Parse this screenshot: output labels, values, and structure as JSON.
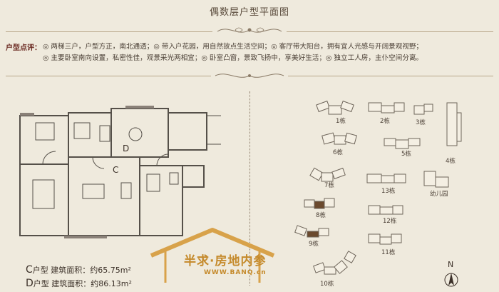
{
  "title": "偶数层户型平面图",
  "review": {
    "label": "户型点评：",
    "lines": [
      "◎ 两梯三户，户型方正，南北通透；◎ 带入户花园，用自然故点生活空间；◎ 客厅带大阳台，拥有宜人光感与开阔景观视野；",
      "◎ 主要卧室南向设置，私密性佳，观景采光两相宜；◎ 卧室凸窗，景致飞扬中，享美好生活；◎ 独立工人房，主仆空间分离。"
    ]
  },
  "plan": {
    "units": [
      "D",
      "C"
    ]
  },
  "areas": [
    {
      "code": "C",
      "suffix": "户型",
      "label": "建筑面积：",
      "value": "约65.75m²"
    },
    {
      "code": "D",
      "suffix": "户型",
      "label": "建筑面积：",
      "value": "约86.13m²"
    }
  ],
  "watermark": {
    "text": "半求·房地内参",
    "url": "WWW.BANQ.cn"
  },
  "site": {
    "buildings": [
      "1栋",
      "2栋",
      "3栋",
      "4栋",
      "5栋",
      "6栋",
      "7栋",
      "8栋",
      "9栋",
      "10栋",
      "11栋",
      "12栋",
      "13栋"
    ],
    "kindergarten": "幼儿园",
    "north": "N"
  },
  "colors": {
    "background": "#efeadd",
    "plan_line": "#555049",
    "highlight": "#6b4a2e",
    "watermark": "#c58a2b"
  }
}
